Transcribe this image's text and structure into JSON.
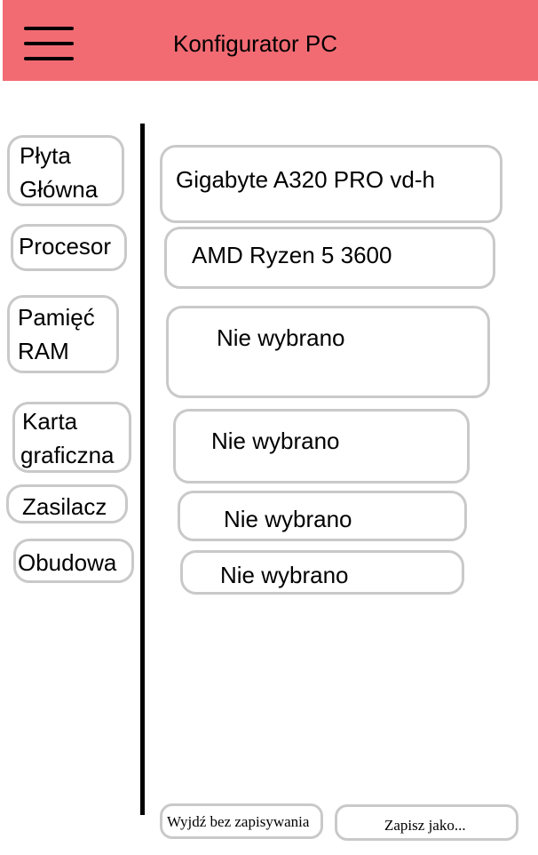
{
  "header": {
    "title": "Konfigurator PC"
  },
  "icons": {
    "menu": "hamburger-menu-icon"
  },
  "categories": [
    {
      "line1": "Płyta",
      "line2": "Główna"
    },
    {
      "line1": "Procesor"
    },
    {
      "line1": "Pamięć",
      "line2": "RAM"
    },
    {
      "line1": "Karta",
      "line2": "graficzna"
    },
    {
      "line1": "Zasilacz"
    },
    {
      "line1": "Obudowa"
    }
  ],
  "selections": [
    "Gigabyte A320 PRO vd-h",
    "AMD Ryzen 5 3600",
    "Nie wybrano",
    "Nie wybrano",
    "Nie wybrano",
    "Nie wybrano"
  ],
  "buttons": {
    "exit_label": "Wyjdź bez zapisywania",
    "save_label": "Zapisz jako..."
  },
  "colors": {
    "header_bg": "#f26b73",
    "box_border": "#c9c9c9",
    "divider": "#000000"
  }
}
